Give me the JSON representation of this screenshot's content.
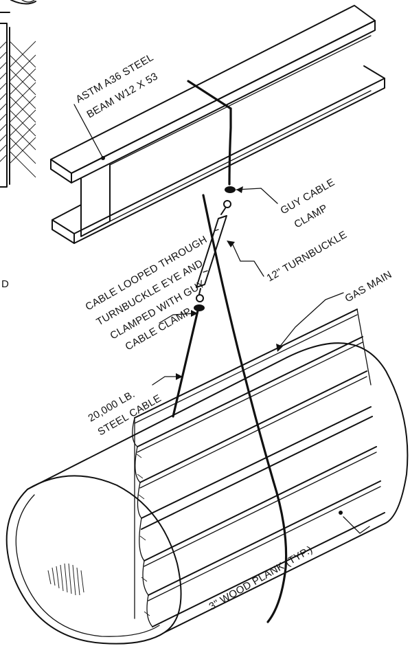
{
  "labels": {
    "beam_line1": "ASTM A36 STEEL",
    "beam_line2": "BEAM W12 X 53",
    "clamp_line1": "GUY CABLE",
    "clamp_line2": "CLAMP",
    "turnbuckle": "12\" TURNBUCKLE",
    "gas_main": "GAS MAIN",
    "loop_line1": "CABLE LOOPED THROUGH",
    "loop_line2": "TURNBUCKLE EYE AND",
    "loop_line3": "CLAMPED WITH GUY",
    "loop_line4": "CABLE CLAMP",
    "cable_line1": "20,000 LB.",
    "cable_line2": "STEEL CABLE",
    "plank": "3\" WOOD PLANK (TYP.)",
    "cut_letter": "D"
  }
}
